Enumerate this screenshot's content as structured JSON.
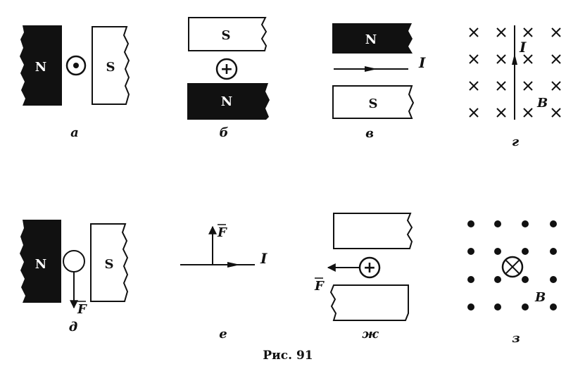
{
  "panels": {
    "a": {
      "label": "а",
      "magnet_left": "N",
      "magnet_right": "S"
    },
    "b": {
      "label": "б",
      "magnet_top": "S",
      "magnet_bottom": "N"
    },
    "v": {
      "label": "в",
      "magnet_top": "N",
      "magnet_bottom": "S",
      "current": "I"
    },
    "g": {
      "label": "г",
      "current": "I",
      "field": "B"
    },
    "d": {
      "label": "д",
      "magnet_left": "N",
      "magnet_right": "S",
      "force": "F"
    },
    "e": {
      "label": "е",
      "force": "F",
      "current": "I"
    },
    "zh": {
      "label": "ж",
      "force": "F"
    },
    "z": {
      "label": "з",
      "field": "B"
    }
  },
  "caption": "Рис. 91",
  "colors": {
    "ink": "#111111",
    "paper": "#ffffff"
  }
}
